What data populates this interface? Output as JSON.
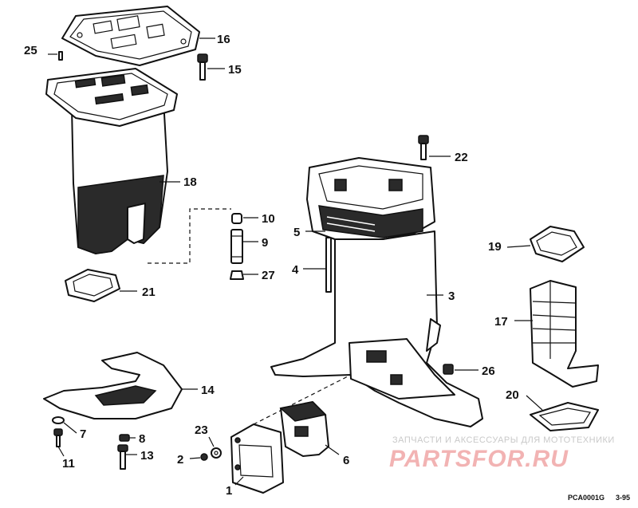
{
  "diagram": {
    "callouts": [
      {
        "id": "c1",
        "label": "1"
      },
      {
        "id": "c2",
        "label": "2"
      },
      {
        "id": "c3",
        "label": "3"
      },
      {
        "id": "c4",
        "label": "4"
      },
      {
        "id": "c5",
        "label": "5"
      },
      {
        "id": "c6",
        "label": "6"
      },
      {
        "id": "c7",
        "label": "7"
      },
      {
        "id": "c8",
        "label": "8"
      },
      {
        "id": "c9",
        "label": "9"
      },
      {
        "id": "c10",
        "label": "10"
      },
      {
        "id": "c11",
        "label": "11"
      },
      {
        "id": "c13",
        "label": "13"
      },
      {
        "id": "c14",
        "label": "14"
      },
      {
        "id": "c15",
        "label": "15"
      },
      {
        "id": "c16",
        "label": "16"
      },
      {
        "id": "c17",
        "label": "17"
      },
      {
        "id": "c18",
        "label": "18"
      },
      {
        "id": "c19",
        "label": "19"
      },
      {
        "id": "c20",
        "label": "20"
      },
      {
        "id": "c21",
        "label": "21"
      },
      {
        "id": "c22",
        "label": "22"
      },
      {
        "id": "c23",
        "label": "23"
      },
      {
        "id": "c25",
        "label": "25"
      },
      {
        "id": "c26",
        "label": "26"
      },
      {
        "id": "c27",
        "label": "27"
      }
    ],
    "figure_code": "PCA0001G",
    "page_ref": "3-95",
    "watermark": {
      "line1": "ЗАПЧАСТИ И АКСЕССУАРЫ ДЛЯ МОТОТЕХНИКИ",
      "brand": "PARTSFOR.RU"
    },
    "colors": {
      "ink": "#111111",
      "watermark_text": "#c9c9c9",
      "watermark_brand": "#f2b3b3"
    }
  }
}
